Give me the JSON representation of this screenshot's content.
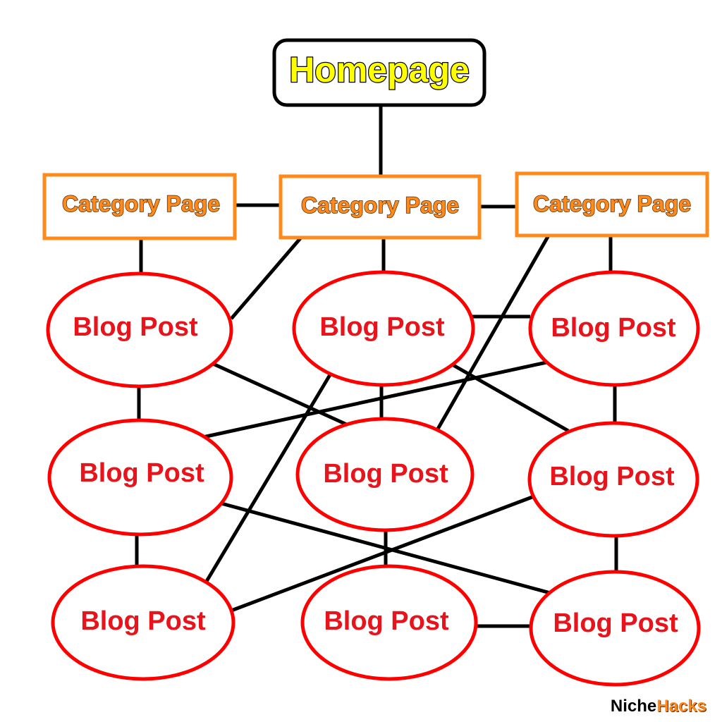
{
  "diagram": {
    "homepage": "Homepage",
    "category_pages": [
      "Category Page",
      "Category Page",
      "Category Page"
    ],
    "blog_posts": [
      "Blog Post",
      "Blog Post",
      "Blog Post",
      "Blog Post",
      "Blog Post",
      "Blog Post",
      "Blog Post",
      "Blog Post",
      "Blog Post"
    ]
  },
  "brand": {
    "part1": "Niche",
    "part2": "Hacks"
  },
  "colors": {
    "homepage_text": "#ffff00",
    "category_border": "#ff8a1c",
    "category_text": "#ff8a1c",
    "post_border": "#ff0000",
    "post_text": "#e8141c",
    "connector": "#000000"
  }
}
